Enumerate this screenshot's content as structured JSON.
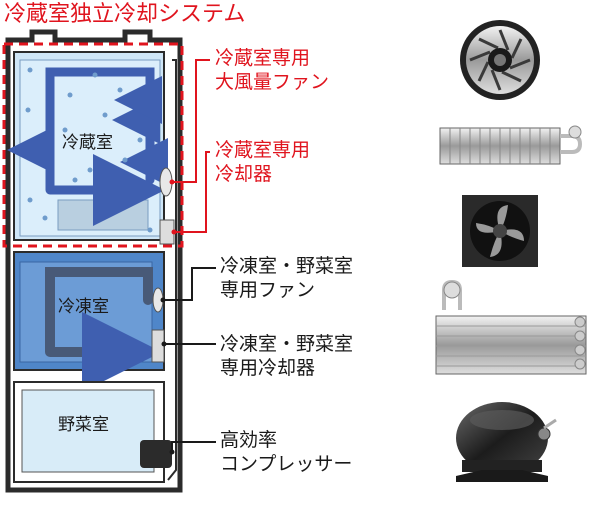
{
  "title": "冷蔵室独立冷却システム",
  "rooms": {
    "refrigerator": "冷蔵室",
    "freezer": "冷凍室",
    "vegetable": "野菜室"
  },
  "callouts": {
    "fridge_fan": [
      "冷蔵室専用",
      "大風量ファン"
    ],
    "fridge_cooler": [
      "冷蔵室専用",
      "冷却器"
    ],
    "freezer_fan": [
      "冷凍室・野菜室",
      "専用ファン"
    ],
    "freezer_cooler": [
      "冷凍室・野菜室",
      "専用冷却器"
    ],
    "compressor": [
      "高効率",
      "コンプレッサー"
    ]
  },
  "colors": {
    "accent_red": "#e0141e",
    "fridge_air": "#cfe6f7",
    "freezer_air": "#4f86c9",
    "arrow_blue": "#3f5fb0",
    "body_dark": "#2b2b2b"
  },
  "icons": [
    "centrifugal-fan-icon",
    "fin-cooler-icon",
    "axial-fan-icon",
    "large-cooler-icon",
    "compressor-icon"
  ]
}
